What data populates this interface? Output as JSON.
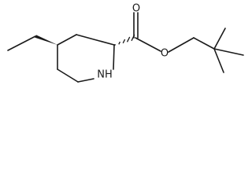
{
  "molecule": {
    "atoms": {
      "carbonyl_oxygen": "O",
      "ester_oxygen": "O",
      "ring_nitrogen": "NH"
    }
  }
}
